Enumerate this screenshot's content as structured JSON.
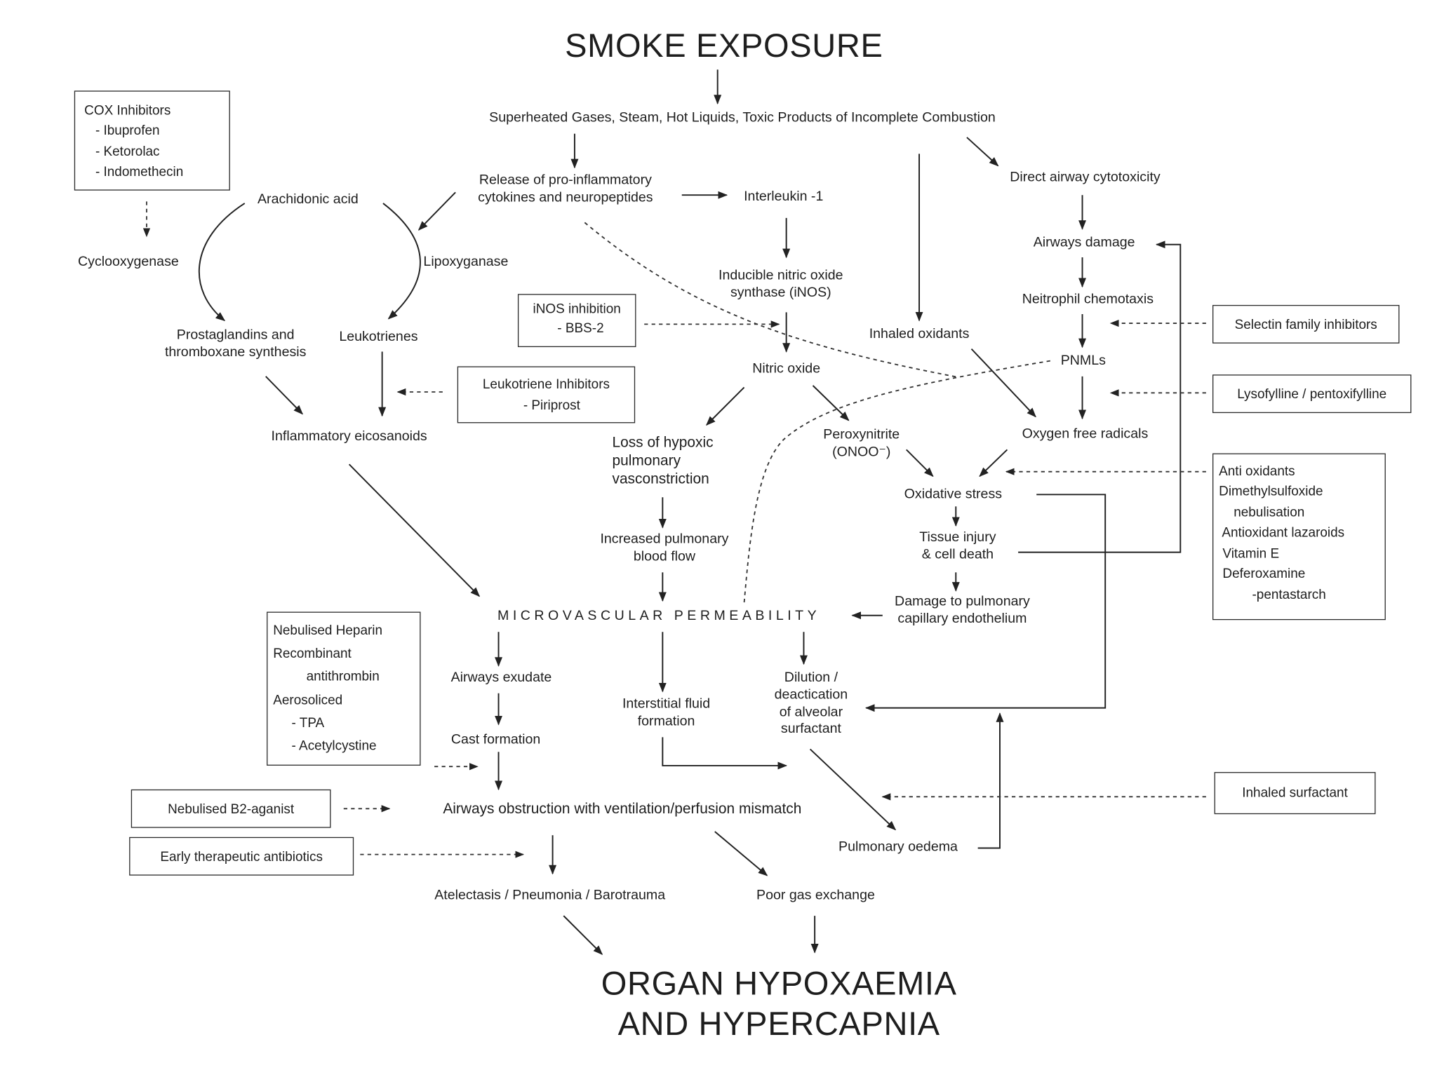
{
  "title": "SMOKE EXPOSURE",
  "outcome": "ORGAN HYPOXAEMIA\nAND HYPERCAPNIA",
  "nodes": {
    "superheated": "Superheated Gases, Steam, Hot Liquids, Toxic Products of Incomplete Combustion",
    "release": "Release of pro-inflammatory\ncytokines and neuropeptides",
    "interleukin": "Interleukin -1",
    "arachidonic": "Arachidonic acid",
    "cyclooxygenase": "Cyclooxygenase",
    "lipoxygenase": "Lipoxyganase",
    "prostaglandins": "Prostaglandins and\nthromboxane synthesis",
    "leukotrienes": "Leukotrienes",
    "inflammatory_eicosanoids": "Inflammatory eicosanoids",
    "inos": "Inducible nitric oxide\nsynthase (iNOS)",
    "nitric_oxide": "Nitric oxide",
    "loss_hypoxic": "Loss of hypoxic\npulmonary\nvasconstriction",
    "peroxynitrite": "Peroxynitrite\n(ONOO⁻)",
    "increased_flow": "Increased pulmonary\nblood flow",
    "inhaled_oxidants": "Inhaled oxidants",
    "direct_airway": "Direct airway cytotoxicity",
    "airways_damage": "Airways damage",
    "neutrophil": "Neitrophil chemotaxis",
    "pnmls": "PNMLs",
    "oxygen_radicals": "Oxygen free radicals",
    "oxidative_stress": "Oxidative stress",
    "tissue_injury": "Tissue injury\n& cell death",
    "damage_endothelium": "Damage to pulmonary\ncapillary endothelium",
    "microvascular": "MICROVASCULAR PERMEABILITY",
    "airways_exudate": "Airways exudate",
    "cast_formation": "Cast formation",
    "interstitial": "Interstitial fluid\nformation",
    "dilution": "Dilution /\ndeactication\nof alveolar\nsurfactant",
    "obstruction": "Airways obstruction with ventilation/perfusion mismatch",
    "pulmonary_oedema": "Pulmonary oedema",
    "atelectasis": "Atelectasis / Pneumonia / Barotrauma",
    "poor_gas": "Poor gas exchange"
  },
  "therapies": {
    "cox": "COX Inhibitors\n   - Ibuprofen\n   - Ketorolac\n   - Indomethecin",
    "inos_inhibition": "iNOS inhibition\n  - BBS-2",
    "leukotriene_inhibitors": "Leukotriene Inhibitors\n   - Piriprost",
    "selectin": "Selectin family inhibitors",
    "lysofylline": "Lysofylline / pentoxifylline",
    "antioxidants": "Anti oxidants\nDimethylsulfoxide\n    nebulisation\n Antioxidant lazaroids\n Vitamin E\n Deferoxamine\n         -pentastarch",
    "heparin": "Nebulised Heparin\nRecombinant\n         antithrombin\nAerosoliced\n     - TPA\n     - Acetylcystine",
    "b2": "Nebulised B2-aganist",
    "antibiotics": "Early therapeutic antibiotics",
    "surfactant": "Inhaled surfactant"
  }
}
